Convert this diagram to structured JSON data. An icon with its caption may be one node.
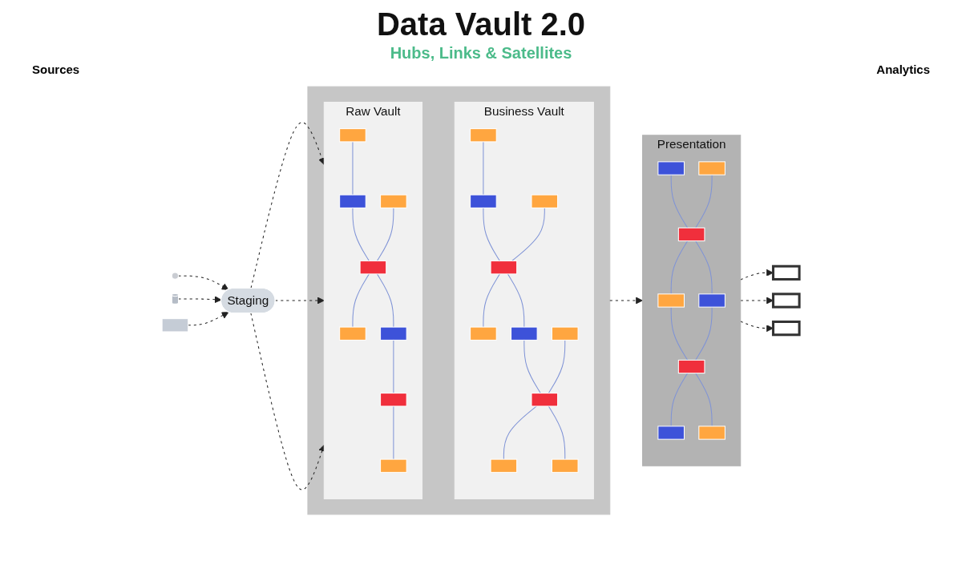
{
  "diagram": {
    "title": "Data Vault 2.0",
    "nodes": [
      {
        "text": [],
        "shape": "circle"
      },
      {
        "text": [],
        "shape": "cylinder"
      },
      {
        "text": [],
        "shape": "box"
      },
      {
        "text": [
          "Staging"
        ]
      },
      {
        "text": [],
        "shape": "box"
      },
      {
        "text": [
          "Raw Vault"
        ],
        "in": 4
      },
      {
        "text": [],
        "shape": "box",
        "in": 5
      },
      {
        "text": [],
        "shape": "box",
        "in": 5
      },
      {
        "text": [],
        "shape": "box",
        "in": 5
      },
      {
        "text": [],
        "shape": "box",
        "in": 5
      },
      {
        "text": [],
        "shape": "box",
        "in": 5
      },
      {
        "text": [],
        "shape": "box",
        "in": 5
      },
      {
        "text": [],
        "shape": "box",
        "in": 5
      },
      {
        "text": [],
        "shape": "box",
        "in": 5
      },
      {
        "text": [
          "Business Vault"
        ],
        "in": 4
      },
      {
        "text": [],
        "shape": "box",
        "in": 14
      },
      {
        "text": [],
        "shape": "box",
        "in": 14
      },
      {
        "text": [],
        "shape": "box",
        "in": 14
      },
      {
        "text": [],
        "shape": "box",
        "in": 14
      },
      {
        "text": [],
        "shape": "box",
        "in": 14
      },
      {
        "text": [],
        "shape": "box",
        "in": 14
      },
      {
        "text": [],
        "shape": "box",
        "in": 14
      },
      {
        "text": [],
        "shape": "box",
        "in": 14
      },
      {
        "text": [],
        "shape": "box",
        "in": 14
      },
      {
        "text": [],
        "shape": "box",
        "in": 14
      },
      {
        "text": [
          "Presentation"
        ]
      },
      {
        "text": [],
        "shape": "box",
        "in": 25
      },
      {
        "text": [],
        "shape": "box",
        "in": 25
      },
      {
        "text": [],
        "shape": "box",
        "in": 25
      },
      {
        "text": [],
        "shape": "box",
        "in": 25
      },
      {
        "text": [],
        "shape": "box",
        "in": 25
      },
      {
        "text": [],
        "shape": "box",
        "in": 25
      },
      {
        "text": [],
        "shape": "box",
        "in": 25
      },
      {
        "text": [],
        "shape": "box",
        "in": 25
      },
      {
        "text": [],
        "shape": "box"
      },
      {
        "text": [],
        "shape": "box"
      },
      {
        "text": [],
        "shape": "box"
      }
    ],
    "edges": [
      {
        "from": 0,
        "to": 3,
        "arrow": "to",
        "style": "dashed",
        "color": "#222222"
      },
      {
        "from": 1,
        "to": 3,
        "arrow": "to",
        "style": "dashed",
        "color": "#222222"
      },
      {
        "from": 2,
        "to": 3,
        "arrow": "to",
        "style": "dashed",
        "color": "#222222"
      },
      {
        "from": 3,
        "to": 5,
        "arrow": "to",
        "style": "dashed",
        "color": "#222222"
      },
      {
        "from": 3,
        "to": 5,
        "arrow": "to",
        "style": "dashed",
        "color": "#222222"
      },
      {
        "from": 3,
        "to": 5,
        "arrow": "to",
        "style": "dashed",
        "color": "#222222"
      },
      {
        "from": 6,
        "to": 7,
        "arrow": "none"
      },
      {
        "from": 7,
        "to": 8,
        "arrow": "none"
      },
      {
        "from": 9,
        "to": 8,
        "arrow": "none"
      },
      {
        "from": 8,
        "to": 10,
        "arrow": "none"
      },
      {
        "from": 8,
        "to": 11,
        "arrow": "none"
      },
      {
        "from": 11,
        "to": 12,
        "arrow": "none"
      },
      {
        "from": 12,
        "to": 13,
        "arrow": "none"
      },
      {
        "from": 15,
        "to": 16,
        "arrow": "none"
      },
      {
        "from": 16,
        "to": 17,
        "arrow": "none"
      },
      {
        "from": 18,
        "to": 17,
        "arrow": "none"
      },
      {
        "from": 17,
        "to": 19,
        "arrow": "none"
      },
      {
        "from": 17,
        "to": 20,
        "arrow": "none"
      },
      {
        "from": 20,
        "to": 21,
        "arrow": "none"
      },
      {
        "from": 22,
        "to": 21,
        "arrow": "none"
      },
      {
        "from": 21,
        "to": 23,
        "arrow": "none"
      },
      {
        "from": 21,
        "to": 24,
        "arrow": "none"
      },
      {
        "from": 4,
        "to": 25,
        "arrow": "to",
        "style": "dashed",
        "color": "#222222"
      },
      {
        "from": 26,
        "to": 28,
        "arrow": "none"
      },
      {
        "from": 27,
        "to": 28,
        "arrow": "none"
      },
      {
        "from": 28,
        "to": 29,
        "arrow": "none"
      },
      {
        "from": 28,
        "to": 30,
        "arrow": "none"
      },
      {
        "from": 29,
        "to": 31,
        "arrow": "none"
      },
      {
        "from": 30,
        "to": 31,
        "arrow": "none"
      },
      {
        "from": 31,
        "to": 32,
        "arrow": "none"
      },
      {
        "from": 31,
        "to": 33,
        "arrow": "none"
      },
      {
        "from": 25,
        "to": 34,
        "arrow": "to",
        "style": "dashed",
        "color": "#222222"
      },
      {
        "from": 25,
        "to": 35,
        "arrow": "to",
        "style": "dashed",
        "color": "#222222"
      },
      {
        "from": 25,
        "to": 36,
        "arrow": "to",
        "style": "dashed",
        "color": "#222222"
      }
    ],
    "labels": [
      "Hubs, Links & Satellites",
      "Sources",
      "Analytics"
    ]
  }
}
